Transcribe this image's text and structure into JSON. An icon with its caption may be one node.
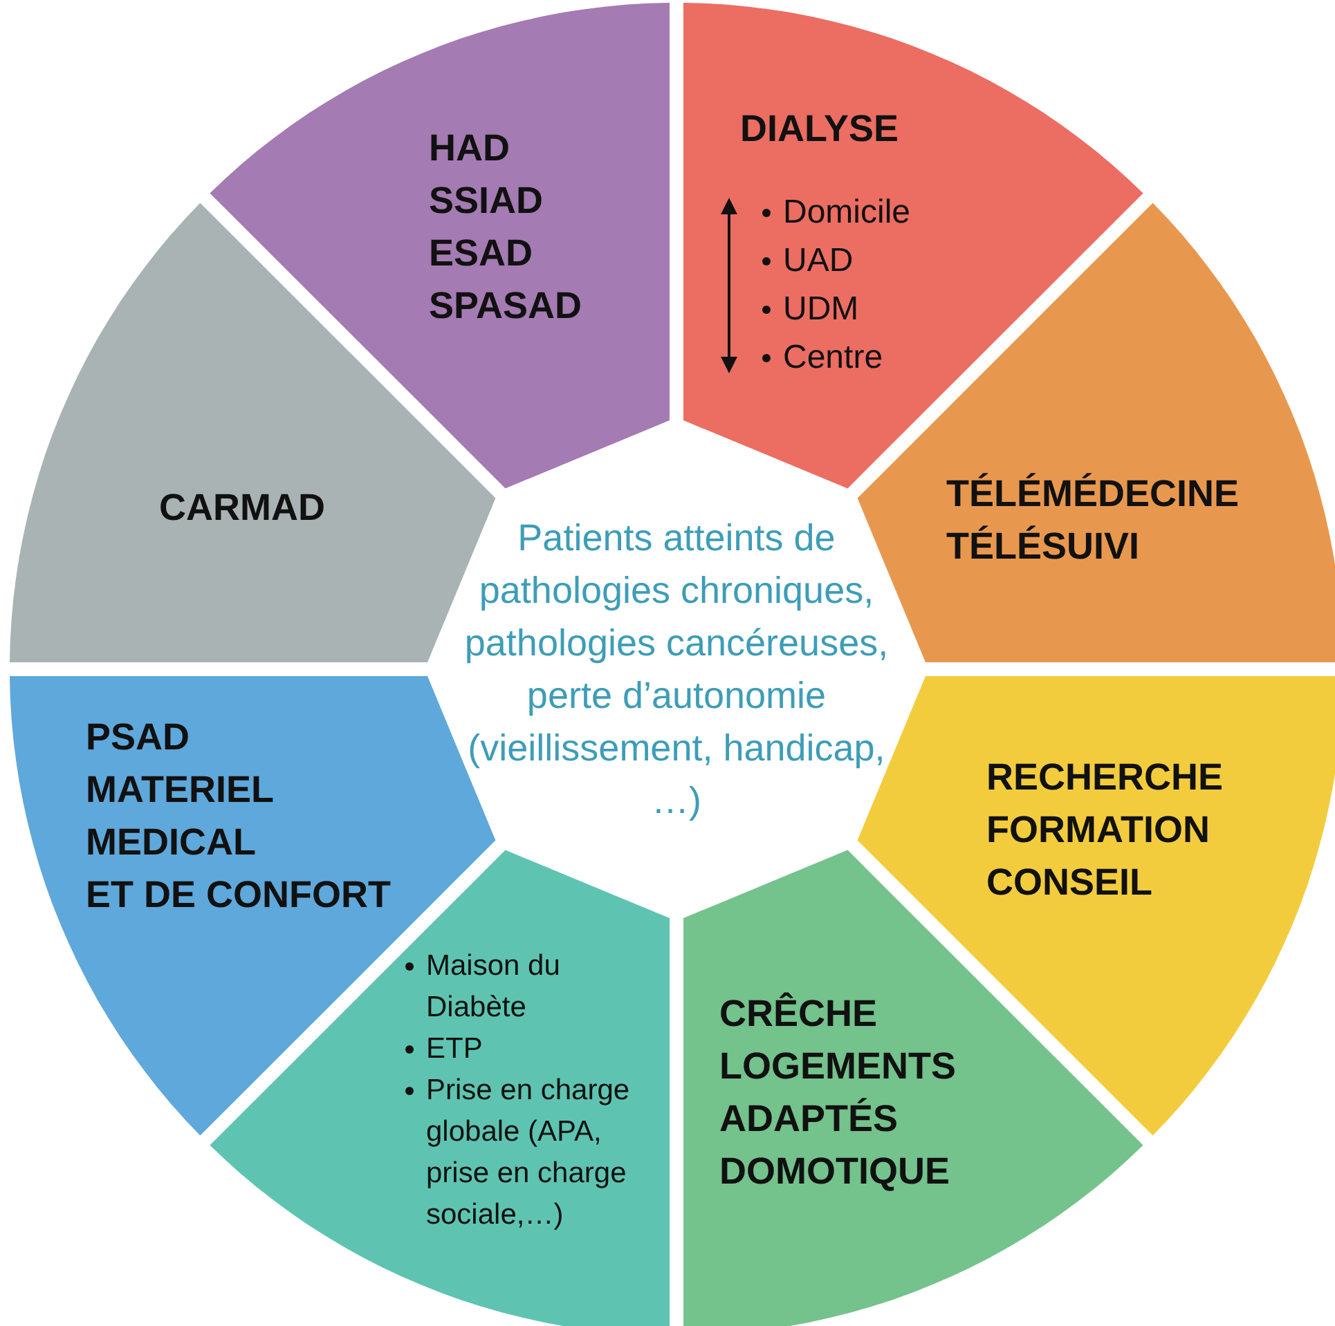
{
  "diagram": {
    "nodes": [
      {
        "text": [
          "HAD",
          "SSIAD",
          "ESAD",
          "SPASAD"
        ]
      },
      {
        "text": [
          "DIALYSE",
          "Domicile",
          "UAD",
          "UDM",
          "Centre"
        ]
      },
      {
        "text": [
          "CARMAD"
        ]
      },
      {
        "text": [
          "TÉLÉMÉDECINE",
          "TÉLÉSUIVI"
        ]
      },
      {
        "text": [
          "Patients atteints de pathologies chroniques, pathologies cancéreuses, perte d’autonomie (vieillissement, handicap, …)"
        ]
      },
      {
        "text": [
          "PSAD",
          "MATERIEL",
          "MEDICAL",
          "ET DE CONFORT"
        ]
      },
      {
        "text": [
          "RECHERCHE",
          "FORMATION",
          "CONSEIL"
        ]
      },
      {
        "text": [
          "Maison du Diabète",
          "ETP",
          "Prise en charge globale (APA, prise en charge sociale,…)"
        ]
      },
      {
        "text": [
          "CRÊCHE",
          "LOGEMENTS",
          "ADAPTÉS",
          "DOMOTIQUE"
        ]
      }
    ]
  }
}
